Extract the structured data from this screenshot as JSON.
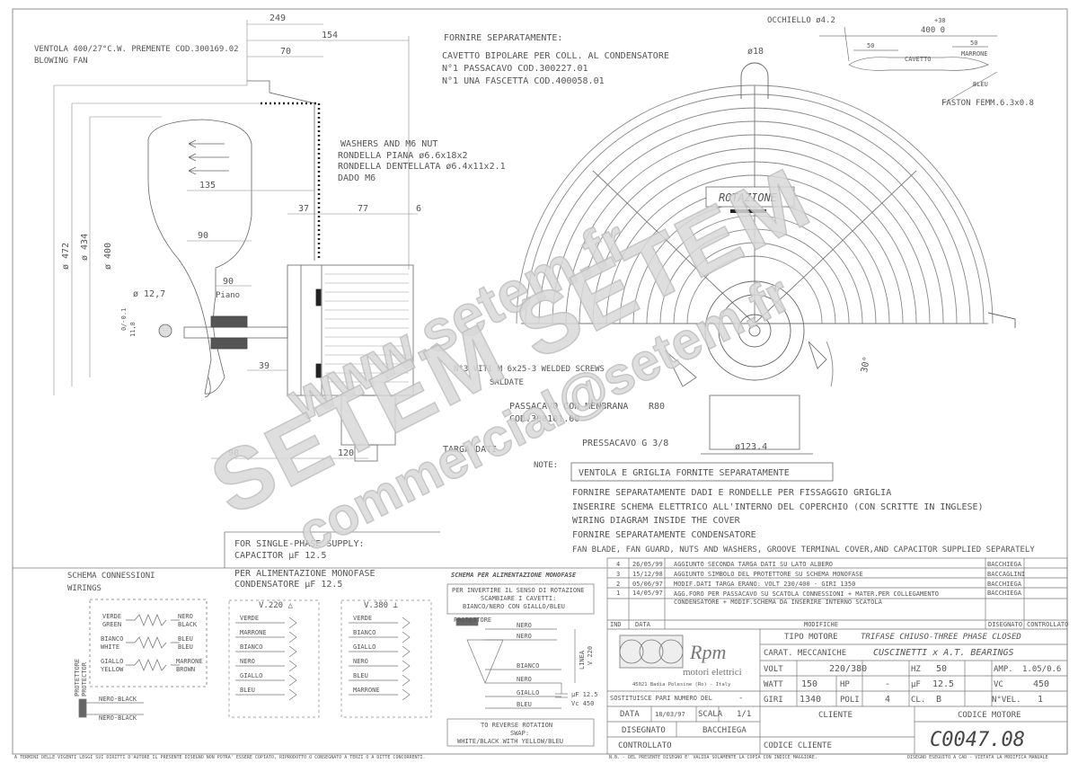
{
  "dims": {
    "d249": "249",
    "d154": "154",
    "d70": "70",
    "d135": "135",
    "d90a": "90",
    "d90b": "90",
    "d37": "37",
    "d77": "77",
    "d6": "6",
    "d39": "39",
    "d98": "98",
    "d120": "120",
    "d472": "ø 472",
    "d434": "ø 434",
    "d400": "ø 400",
    "d127": "ø 12,7",
    "d18": "ø18",
    "d1234": "ø123.4",
    "d30": "30°",
    "d118": "11,8",
    "r80": "R80",
    "piano": "Piano",
    "tol": "0/-0.1"
  },
  "fan_note": {
    "l1": "VENTOLA 400/27°C.W. PREMENTE  COD.300169.02",
    "l2": "BLOWING FAN"
  },
  "supply_sep": {
    "title": "FORNIRE SEPARATAMENTE:",
    "l1": "CAVETTO BIPOLARE PER COLL. AL CONDENSATORE",
    "l2": "N°1 PASSACAVO COD.300227.01",
    "l3": "N°1 UNA FASCETTA COD.400058.01"
  },
  "washers": {
    "title": "WASHERS AND M6 NUT",
    "l1": "RONDELLA PIANA ø6.6x18x2",
    "l2": "RONDELLA DENTELLATA ø6.4x11x2.1",
    "l3": "DADO M6"
  },
  "cable": {
    "occhiello": "OCCHIELLO ø4.2",
    "len_tol": "+30",
    "len": "400 0",
    "s50a": "50",
    "cavetto": "CAVETTO",
    "s50b": "50",
    "marrone": "MARRONE",
    "bleu": "BLEU",
    "faston": "FASTON FEMM.6.3x0.8"
  },
  "rotation": "ROTAZIONE",
  "callouts": {
    "viti": "N°3 VITI M 6x25-3 WELDED SCREWS",
    "saldate": "SALDATE",
    "passacavo": "PASSACAVO CON MENBRANA",
    "passacavo_cod": "COD.300101.00",
    "pressacavo": "PRESSACAVO G 3/8",
    "targa": "TARGA DATI",
    "note": "NOTE:"
  },
  "notes": {
    "boxed": "VENTOLA E GRIGLIA FORNITE SEPARATAMENTE",
    "l1": "FORNIRE SEPARATAMENTE DADI E RONDELLE PER FISSAGGIO GRIGLIA",
    "l2": "INSERIRE SCHEMA ELETTRICO ALL'INTERNO DEL COPERCHIO (CON SCRITTE IN INGLESE)",
    "l3": "WIRING DIAGRAM INSIDE THE COVER",
    "l4": "FORNIRE SEPARATAMENTE CONDENSATORE",
    "l5": "FAN BLADE, FAN GUARD, NUTS AND WASHERS, GROOVE TERMINAL COVER,AND CAPACITOR  SUPPLIED SEPARATELY"
  },
  "single_phase": {
    "l1": "FOR SINGLE-PHASE SUPPLY:",
    "l2": "CAPACITOR µF 12.5",
    "l3": "PER ALIMENTAZIONE MONOFASE",
    "l4": "CONDENSATORE µF 12.5"
  },
  "schema": {
    "title": "SCHEMA CONNESSIONI",
    "sub": "WIRINGS",
    "pairs": [
      [
        "VERDE",
        "GREEN",
        "NERO",
        "BLACK"
      ],
      [
        "BIANCO",
        "WHITE",
        "BLEU",
        "BLEU"
      ],
      [
        "GIALLO",
        "YELLOW",
        "MARRONE",
        "BROWN"
      ]
    ],
    "prot1": "PROTETTORE",
    "prot2": "PROTECTOR",
    "nb1": "NERO-BLACK",
    "nb2": "NERO-BLACK"
  },
  "v220": {
    "label": "V.220 △",
    "wires": [
      "VERDE",
      "MARRONE",
      "BIANCO",
      "NERO",
      "GIALLO",
      "BLEU"
    ]
  },
  "v380": {
    "label": "V.380 ⊥",
    "wires": [
      "VERDE",
      "BIANCO",
      "GIALLO",
      "NERO",
      "BLEU",
      "MARRONE"
    ]
  },
  "mono": {
    "title": "SCHEMA PER ALIMENTAZIONE MONOFASE",
    "inv1": "PER INVERTIRE IL SENSO DI ROTAZIONE",
    "inv2": "SCAMBIARE I CAVETTI:",
    "inv3": "BIANCO/NERO CON GIALLO/BLEU",
    "prot": "PROTETTORE",
    "nero1": "NERO",
    "nero2": "NERO",
    "bianco": "BIANCO",
    "nero3": "NERO",
    "giallo": "GIALLO",
    "bleu": "BLEU",
    "linea": "LINEA",
    "v220": "V 220",
    "cap": "µF 12.5",
    "vc": "Vc 450",
    "rev1": "TO REVERSE ROTATION",
    "rev2": "SWAP:",
    "rev3": "WHITE/BLACK WITH YELLOW/BLEU"
  },
  "revisions": [
    {
      "n": "4",
      "date": "26/05/99",
      "text": "AGGIUNTO SECONDA TARGA DATI SU LATO ALBERO",
      "who": "BACCHIEGA"
    },
    {
      "n": "3",
      "date": "15/12/98",
      "text": "AGGIUNTO SIMBOLO DEL PROTETTORE SU SCHEMA MONOFASE",
      "who": "BACCAGLINI"
    },
    {
      "n": "2",
      "date": "05/06/97",
      "text": "MODIF.DATI TARGA ERANO: VOLT 230/400 - GIRI 1350",
      "who": "BACCHIEGA"
    },
    {
      "n": "1",
      "date": "14/05/97",
      "text": "AGG.FORO PER PASSACAVO SU SCATOLA CONNESSIONI + MATER.PER COLLEGAMENTO",
      "text2": "CONDENSATORE + MODIF.SCHEMA DA INSERIRE INTERNO SCATOLA",
      "who": "BACCHIEGA"
    }
  ],
  "rev_header": {
    "ind": "IND",
    "data": "DATA",
    "modifiche": "MODIFICHE",
    "disegnato": "DISEGNATO",
    "controllato": "CONTROLLATO"
  },
  "company": {
    "name": "Rpm",
    "sub": "motori elettrici",
    "addr": "45021 Badia Polesine (Ro) - Italy"
  },
  "title_block": {
    "tipo_label": "TIPO MOTORE",
    "tipo": "TRIFASE CHIUSO-THREE PHASE CLOSED",
    "carat_label": "CARAT. MECCANICHE",
    "carat": "CUSCINETTI x A.T. BEARINGS",
    "volt_l": "VOLT",
    "volt": "220/380",
    "hz_l": "HZ",
    "hz": "50",
    "amp_l": "AMP.",
    "amp": "1.05/0.6",
    "watt_l": "WATT",
    "watt": "150",
    "hp_l": "HP",
    "hp": "-",
    "uf_l": "µF",
    "uf": "12.5",
    "vc_l": "VC",
    "vc": "450",
    "giri_l": "GIRI",
    "giri": "1340",
    "poli_l": "POLI",
    "poli": "4",
    "cl_l": "CL.",
    "cl": "B",
    "nvel_l": "N°VEL.",
    "nvel": "1",
    "sost": "SOSTITUISCE PARI NUMERO DEL",
    "sost_v": "-",
    "data_l": "DATA",
    "data": "18/03/97",
    "scala_l": "SCALA",
    "scala": "1/1",
    "cliente": "CLIENTE",
    "codice_motore": "CODICE MOTORE",
    "codice": "C0047.08",
    "disegnato_l": "DISEGNATO",
    "disegnato": "BACCHIEGA",
    "controllato": "CONTROLLATO",
    "codice_cliente": "CODICE CLIENTE"
  },
  "footer": {
    "left": "A TERMINI DELLE VIGENTI LEGGI SUI DIRITTI D'AUTORE IL PRESENTE DISEGNO NON POTRA' ESSERE COPIATO, RIPRODOTTO O CONSEGNATO A TERZI O A DITTE CONCORRENTI.",
    "right": "N.B. - DEL PRESENTE DISEGNO E' VALIDA SOLAMENTE LA COPIA CON INDICE MAGGIORE.",
    "right2": "DISEGNO ESEGUITO A CAD - VIETATA LA MODIFICA MANUALE"
  },
  "watermark": {
    "w1": "www.setem.fr",
    "w2": "SETEM SETEM",
    "w3": "commercial@setem.fr"
  }
}
